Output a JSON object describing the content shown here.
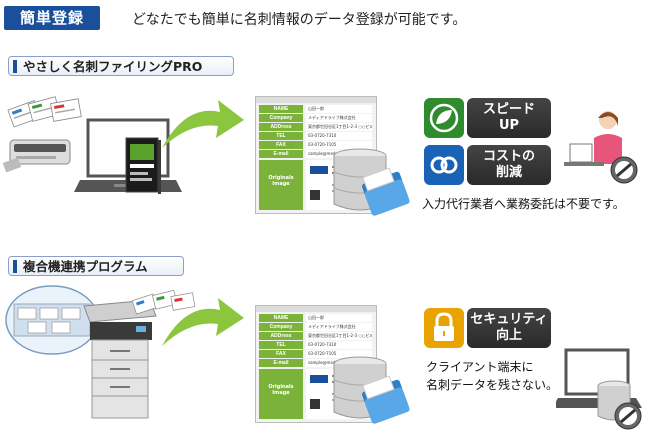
{
  "header": {
    "badge": "簡単登録",
    "lead": "どなたでも簡単に名刺情報のデータ登録が可能です。"
  },
  "sections": [
    {
      "label": "やさしく名刺ファイリングPRO",
      "features": [
        {
          "line1": "スピード",
          "line2": "UP",
          "icon": "speed-leaf-icon",
          "color": "#2e8b2e"
        },
        {
          "line1": "コストの",
          "line2": "削減",
          "icon": "cost-link-icon",
          "color": "#1a62b6"
        }
      ],
      "note": "入力代行業者へ業務委託は不要です。"
    },
    {
      "label": "複合機連携プログラム",
      "features": [
        {
          "line1": "セキュリティ",
          "line2": "向上",
          "icon": "padlock-icon",
          "color": "#e8a300"
        }
      ],
      "note_lines": [
        "クライアント端末に",
        "名刺データを残さない。"
      ]
    }
  ],
  "card": {
    "fields": [
      {
        "label": "NAME",
        "value": "山田一郎"
      },
      {
        "label": "Company",
        "value": "メディアドライブ株式会社"
      },
      {
        "label": "ADDress",
        "value": "東京都世田谷区1丁目1-2-3 ○○ビル"
      },
      {
        "label": "TEL",
        "value": "03-0720-7310"
      },
      {
        "label": "FAX",
        "value": "03-0720-7105"
      },
      {
        "label": "E-mail",
        "value": "sample@mediadrive.co.jp"
      }
    ],
    "image_label": "Originals Image"
  },
  "colors": {
    "brand_blue": "#1a4f9c",
    "field_green": "#7bb33a",
    "arrow_green": "#8cc63f",
    "db_blue": "#2f7fc4"
  }
}
